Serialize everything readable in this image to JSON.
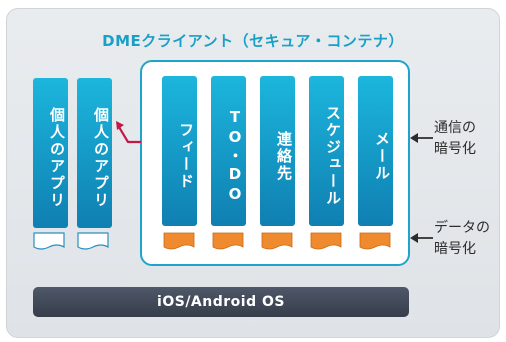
{
  "container_title": "DMEクライアント（セキュア・コンテナ）",
  "personal_apps": [
    "個人のアプリ",
    "個人のアプリ"
  ],
  "container_apps": [
    "フィード",
    "TO・DO",
    "連絡先",
    "スケジュール",
    "メール"
  ],
  "os_label": "iOS/Android OS",
  "labels": {
    "comm_encryption_line1": "通信の",
    "comm_encryption_line2": "暗号化",
    "data_encryption_line1": "データの",
    "data_encryption_line2": "暗号化"
  },
  "colors": {
    "accent": "#1fa4c9",
    "pillar_top": "#1cb6dd",
    "pillar_bottom": "#0f7fb1",
    "encrypted_doc": "#f08a2e",
    "arrow": "#c4184a",
    "os_bar": "#3f4757"
  }
}
